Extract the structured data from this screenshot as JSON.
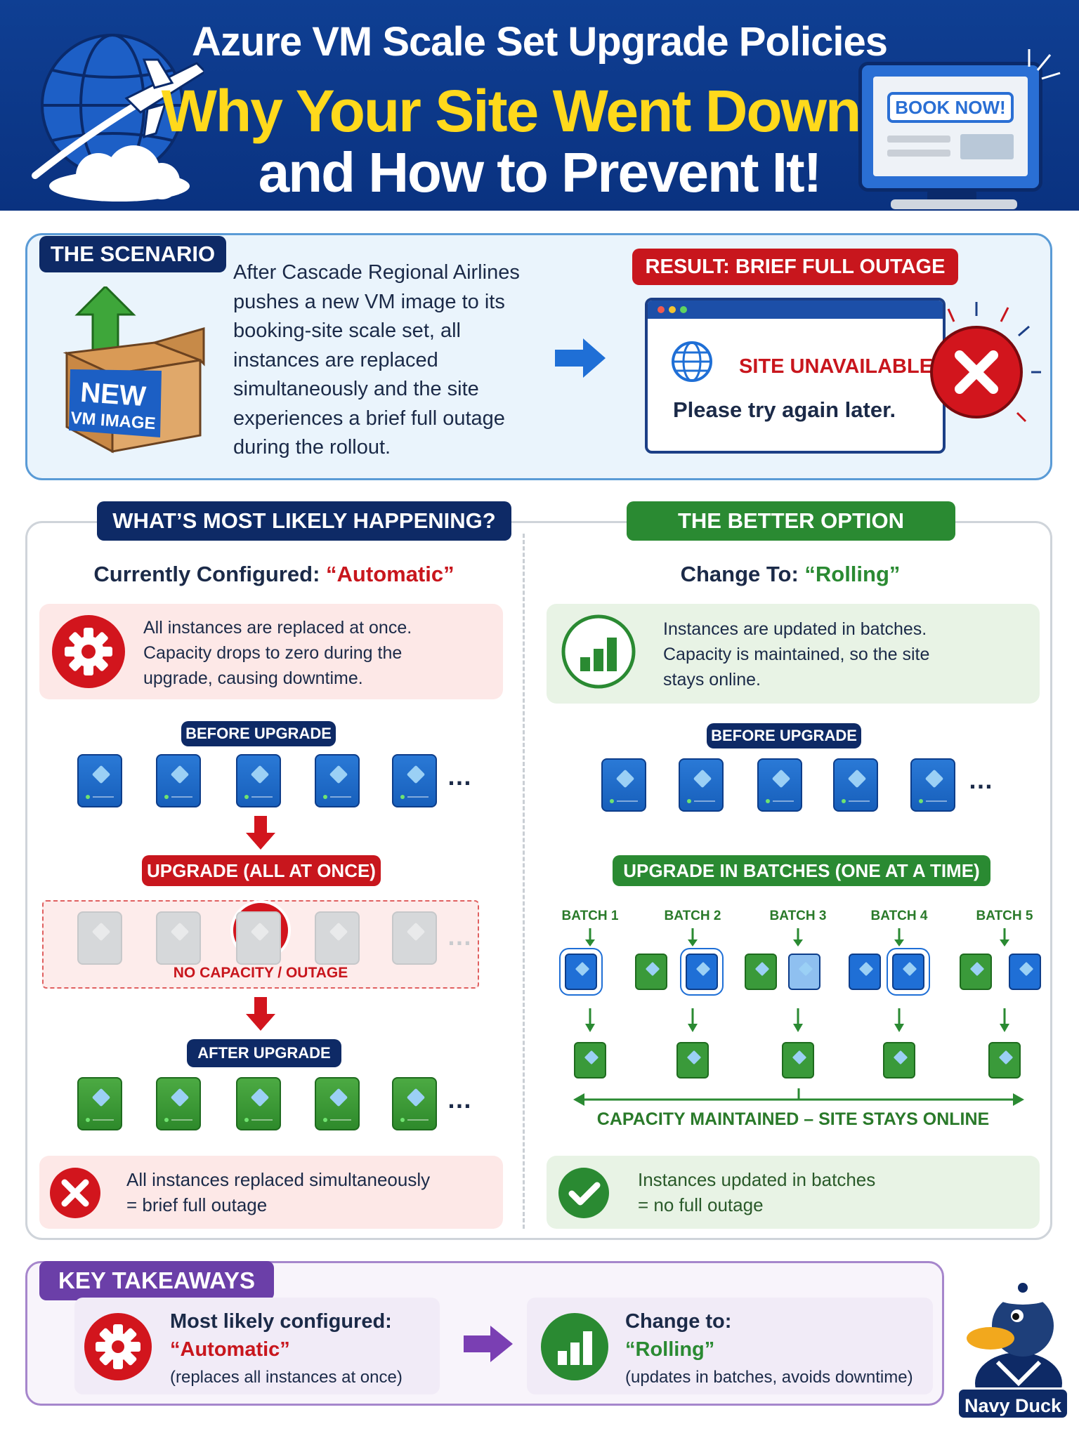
{
  "header": {
    "title": "Azure VM Scale Set Upgrade Policies",
    "headline_line1": "Why Your Site Went Down—",
    "headline_line2": "and How to Prevent It!",
    "monitor_button": "BOOK NOW!"
  },
  "scenario": {
    "label": "THE SCENARIO",
    "box_line1": "NEW",
    "box_line2": "VM IMAGE",
    "text": "After Cascade Regional Airlines pushes a new VM image to its booking-site scale set, all instances are replaced simultaneously and the site experiences a brief full outage during the rollout.",
    "result_label": "RESULT: BRIEF FULL OUTAGE",
    "error_title": "SITE UNAVAILABLE",
    "error_message": "Please try again later."
  },
  "left": {
    "label": "WHAT’S MOST LIKELY HAPPENING?",
    "configured_prefix": "Currently Configured: ",
    "configured_value": "“Automatic”",
    "note_line1": "All instances are replaced at once.",
    "note_line2": "Capacity drops to zero during the",
    "note_line3": "upgrade, causing downtime.",
    "before_label": "BEFORE UPGRADE",
    "upgrade_label": "UPGRADE (ALL AT ONCE)",
    "outage_label": "NO CAPACITY / OUTAGE",
    "after_label": "AFTER UPGRADE",
    "summary_line1": "All instances replaced simultaneously",
    "summary_line2": "= brief full outage",
    "ellipsis": "…"
  },
  "right": {
    "label": "THE BETTER OPTION",
    "change_prefix": "Change To: ",
    "change_value": "“Rolling”",
    "note_line1": "Instances are updated in batches.",
    "note_line2": "Capacity is maintained, so the site",
    "note_line3": "stays online.",
    "before_label": "BEFORE UPGRADE",
    "batches_label": "UPGRADE IN BATCHES (ONE AT A TIME)",
    "batches": [
      "BATCH 1",
      "BATCH 2",
      "BATCH 3",
      "BATCH 4",
      "BATCH 5"
    ],
    "capacity_label": "CAPACITY MAINTAINED – SITE STAYS ONLINE",
    "summary_line1": "Instances updated in batches",
    "summary_line2": "= no full outage",
    "ellipsis": "…"
  },
  "takeaways": {
    "label": "KEY TAKEAWAYS",
    "left_title": "Most likely configured:",
    "left_value": "“Automatic”",
    "left_note": "(replaces all instances at once)",
    "right_title": "Change to:",
    "right_value": "“Rolling”",
    "right_note": "(updates in batches, avoids downtime)"
  },
  "mascot": {
    "label": "Navy Duck"
  },
  "colors": {
    "navy": "#0e2a66",
    "header_blue": "#0f3f93",
    "yellow": "#ffd91c",
    "red": "#c8161d",
    "green": "#2a8a32",
    "purple": "#6b3fa8"
  }
}
